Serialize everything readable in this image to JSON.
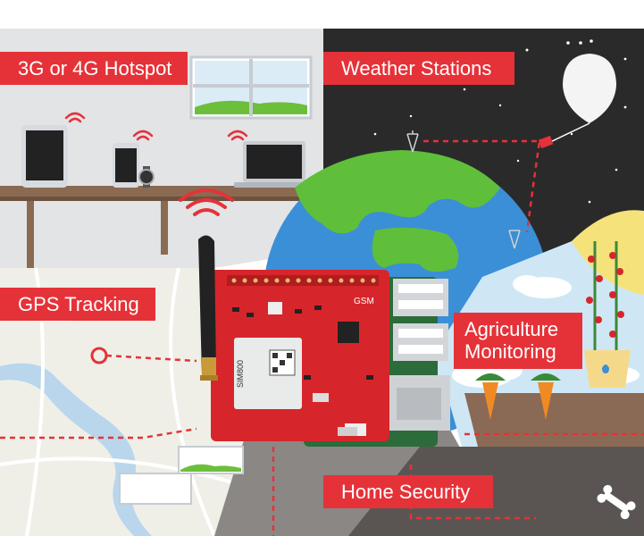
{
  "labels": {
    "hotspot": "3G or 4G Hotspot",
    "weather": "Weather Stations",
    "gps": "GPS Tracking",
    "agriculture_line1": "Agriculture",
    "agriculture_line2": "Monitoring",
    "security": "Home Security"
  },
  "board": {
    "module_name": "SIM800",
    "gsm_text": "GSM"
  },
  "colors": {
    "accent_red": "#e53238",
    "sky_dark": "#2a2a2a",
    "wall_grey": "#e2e4e6",
    "map_bg": "#efefe8",
    "garden_blue": "#cfe7f4",
    "soil_brown": "#8a6a55",
    "earth_ocean": "#3b8fd6",
    "earth_land": "#5fbf3a",
    "pcb_red": "#d6262b"
  },
  "icons": [
    "tablet-icon",
    "phone-icon",
    "smartwatch-icon",
    "laptop-icon",
    "wifi-icon",
    "balloon-icon",
    "antenna-tower-icon",
    "earth-icon",
    "plant-icon",
    "carrot-icon",
    "window-icon",
    "bone-icon",
    "antenna-icon",
    "usb-port-icon",
    "ethernet-port-icon"
  ]
}
